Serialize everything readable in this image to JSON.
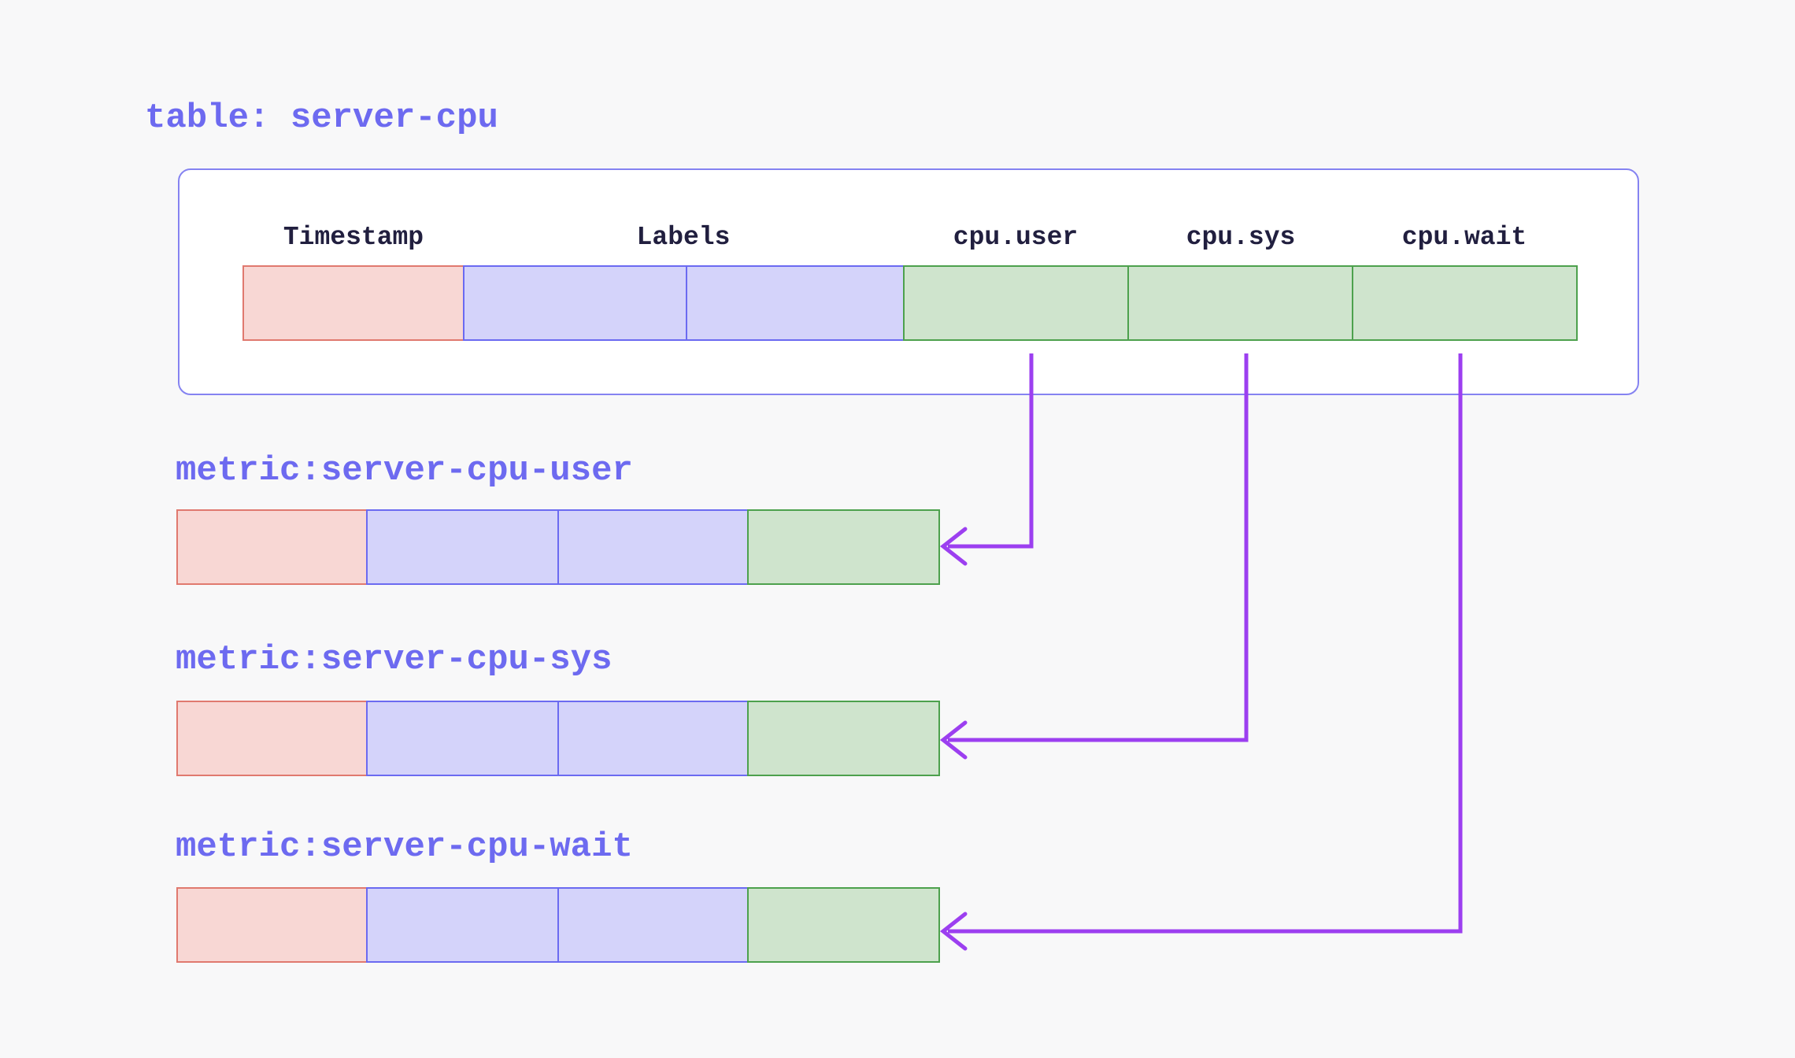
{
  "diagram": {
    "table": {
      "title": "table: server-cpu",
      "column_headers": [
        "Timestamp",
        "Labels",
        "cpu.user",
        "cpu.sys",
        "cpu.wait"
      ],
      "row_cells": [
        "timestamp",
        "label",
        "label",
        "value",
        "value",
        "value"
      ]
    },
    "metrics": [
      {
        "title": "metric:server-cpu-user",
        "source_column": "cpu.user",
        "cells": [
          "timestamp",
          "label",
          "label",
          "value"
        ]
      },
      {
        "title": "metric:server-cpu-sys",
        "source_column": "cpu.sys",
        "cells": [
          "timestamp",
          "label",
          "label",
          "value"
        ]
      },
      {
        "title": "metric:server-cpu-wait",
        "source_column": "cpu.wait",
        "cells": [
          "timestamp",
          "label",
          "label",
          "value"
        ]
      }
    ],
    "colors": {
      "background": "#f8f8f9",
      "title_text": "#6d6af0",
      "header_text": "#211f3f",
      "container_border": "#8583f1",
      "timestamp_fill": "#f8d7d4",
      "timestamp_border": "#e0796f",
      "label_fill": "#d4d3fa",
      "label_border": "#6b6af1",
      "value_fill": "#cfe4cd",
      "value_border": "#4da14d",
      "arrow": "#9c3ff0"
    }
  }
}
